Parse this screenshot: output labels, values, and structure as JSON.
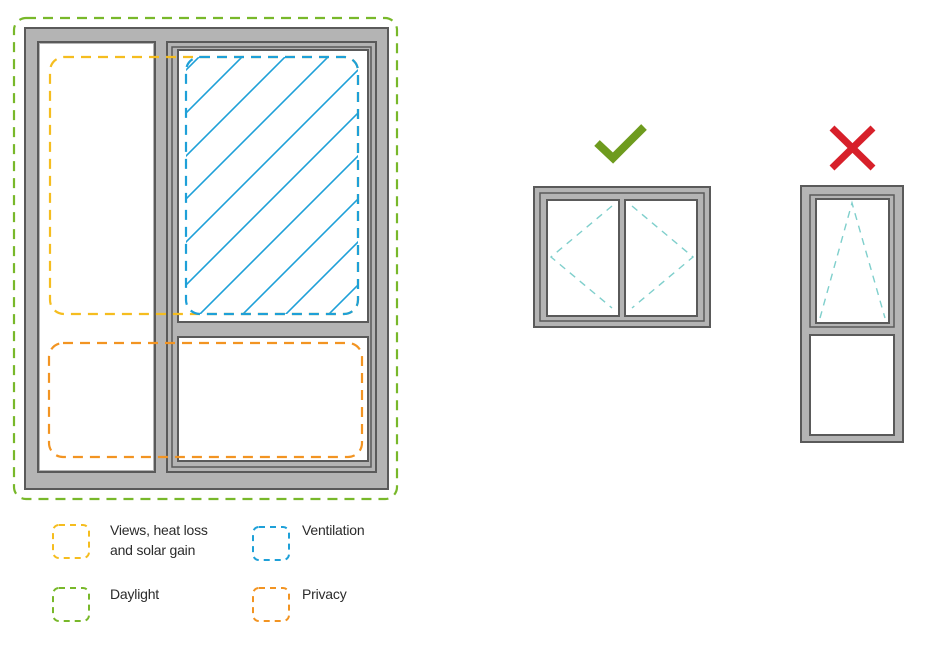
{
  "colors": {
    "frame_fill": "#b4b4b4",
    "frame_stroke": "#5a5a5a",
    "glass": "#ffffff",
    "views": "#f5bd1f",
    "ventilation": "#1ea0d8",
    "daylight": "#78b82a",
    "privacy": "#f29422",
    "opening_line": "#7fcfcc",
    "check": "#6e9b1e",
    "cross": "#d7202a"
  },
  "main_window": {
    "zones": [
      {
        "key": "daylight",
        "label": "Daylight"
      },
      {
        "key": "views",
        "label": "Views, heat loss and solar gain"
      },
      {
        "key": "ventilation",
        "label": "Ventilation",
        "hatched": true
      },
      {
        "key": "privacy",
        "label": "Privacy"
      }
    ]
  },
  "examples": [
    {
      "verdict": "correct",
      "icon": "check-icon",
      "type": "side-hung casement pair"
    },
    {
      "verdict": "incorrect",
      "icon": "cross-icon",
      "type": "top-hung over fixed pane"
    }
  ],
  "legend": {
    "items": [
      {
        "key": "views",
        "line1": "Views, heat loss",
        "line2": "and solar gain"
      },
      {
        "key": "ventilation",
        "line1": "Ventilation",
        "line2": ""
      },
      {
        "key": "daylight",
        "line1": "Daylight",
        "line2": ""
      },
      {
        "key": "privacy",
        "line1": "Privacy",
        "line2": ""
      }
    ]
  }
}
